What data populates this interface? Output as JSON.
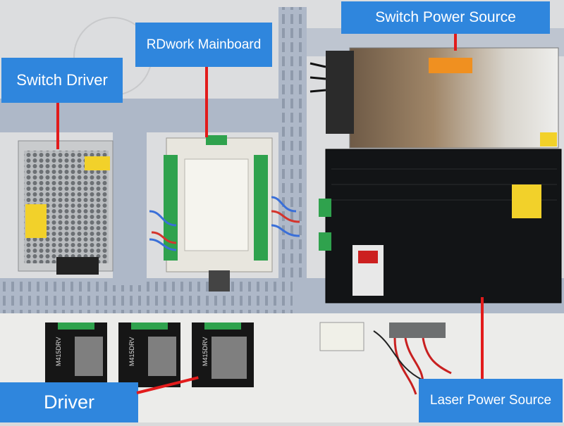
{
  "labels": {
    "switch_driver": "Switch Driver",
    "mainboard": "RDwork Mainboard",
    "switch_power_source": "Switch Power Source",
    "driver": "Driver",
    "laser_power_source": "Laser Power Source"
  },
  "markings": {
    "driver_model": "M415DRV"
  },
  "colors": {
    "label_background": "#2f86dd",
    "label_text": "#ffffff",
    "pointer": "#e21b1b",
    "panel": "#d9dadb",
    "wire_duct": "#aeb8c8",
    "laser_psu": "#121416"
  }
}
